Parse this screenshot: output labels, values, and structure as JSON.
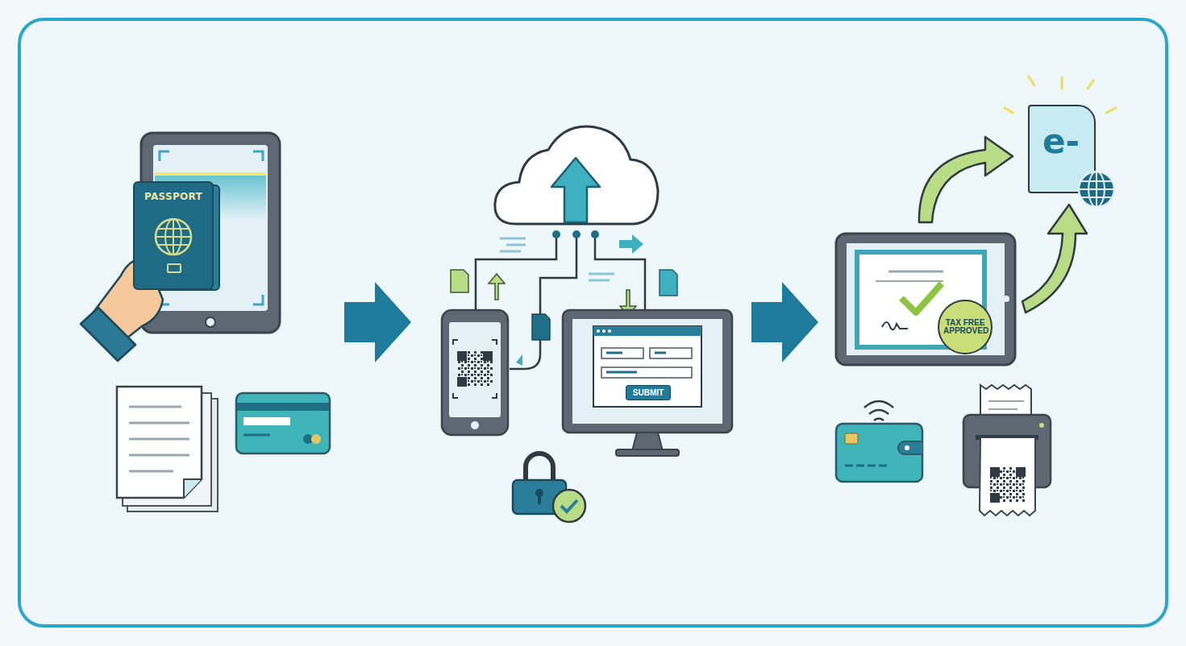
{
  "diagram": {
    "nodes": [
      {
        "text": [
          "PASSPORT"
        ]
      },
      {
        "text": [
          "SUBMIT"
        ]
      },
      {
        "text": [
          "TAX FREE APPROVED"
        ]
      },
      {
        "text": [
          "e-"
        ]
      }
    ]
  }
}
